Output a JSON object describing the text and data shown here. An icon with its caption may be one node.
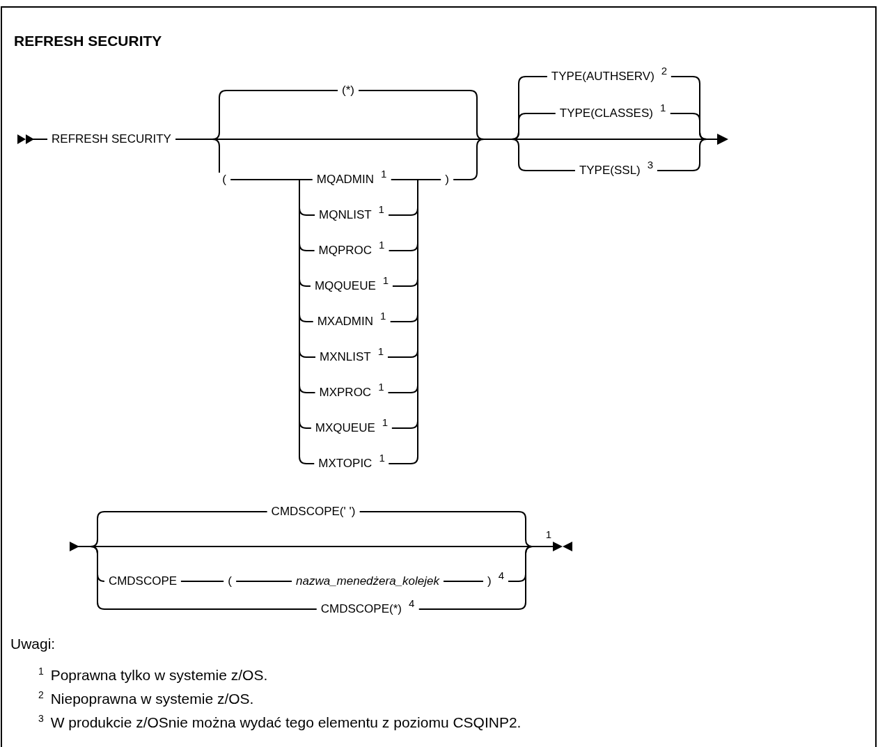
{
  "diagram": {
    "title": "REFRESH SECURITY",
    "labels": [
      "REFRESH SECURITY",
      "(*)",
      "(",
      "MQADMIN$^{1}$",
      "MQNLIST$^{1}$",
      "MQPROC$^{1}$",
      "MQQUEUE$^{1}$",
      "MXADMIN$^{1}$",
      "MXNLIST$^{1}$",
      "MXPROC$^{1}$",
      "MXQUEUE$^{1}$",
      "MXTOPIC$^{1}$",
      ")",
      "TYPE(AUTHSERV)$^{2}$",
      "TYPE(CLASSES)$^{1}$",
      "TYPE(SSL)$^{3}$",
      "CMDSCOPE(' ')",
      "CMDSCOPE",
      "(",
      "nazwa_menedżera_kolejek",
      ")$^{4}$",
      "CMDSCOPE(*)$^{4}$",
      "1",
      "Uwagi:",
      "$^{1}$ Poprawna tylko w systemie z/OS.",
      "$^{2}$ Niepoprawna w systemie z/OS.",
      "$^{3}$ W produkcie z/OSnie można wydać tego elementu z poziomu CSQINP2."
    ]
  }
}
